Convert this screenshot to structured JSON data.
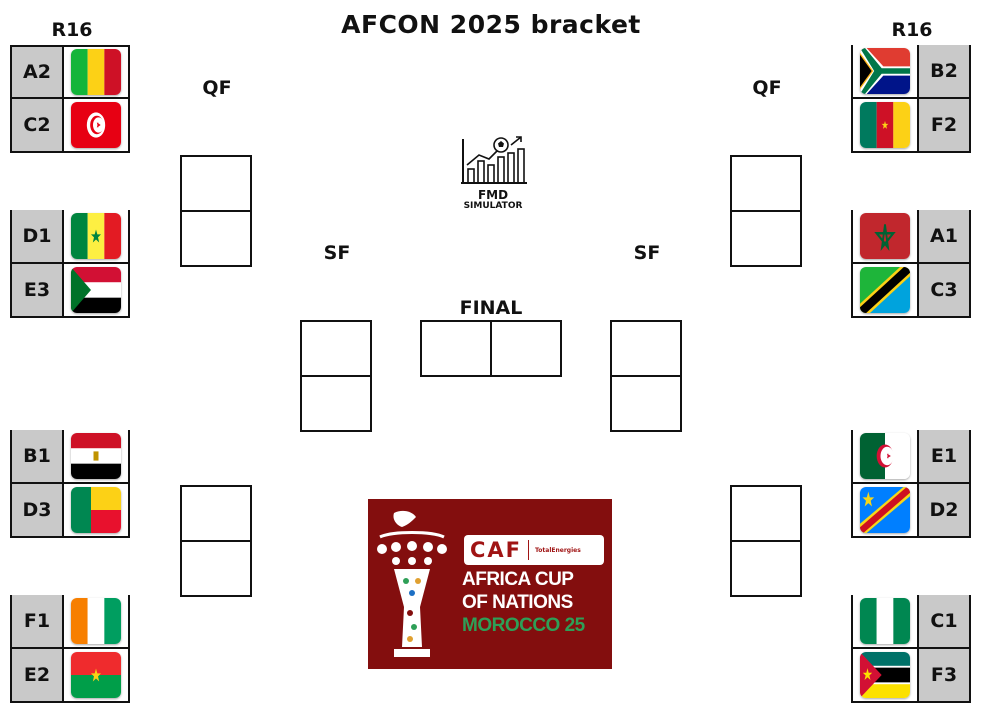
{
  "title": "AFCON 2025 bracket",
  "labels": {
    "r16": "R16",
    "qf": "QF",
    "sf": "SF",
    "final": "FINAL"
  },
  "left_teams": [
    {
      "code": "A2",
      "flag": "mali-flag"
    },
    {
      "code": "C2",
      "flag": "tunisia-flag"
    },
    {
      "code": "D1",
      "flag": "senegal-flag"
    },
    {
      "code": "E3",
      "flag": "sudan-flag"
    },
    {
      "code": "B1",
      "flag": "egypt-flag"
    },
    {
      "code": "D3",
      "flag": "benin-flag"
    },
    {
      "code": "F1",
      "flag": "ivory-coast-flag"
    },
    {
      "code": "E2",
      "flag": "burkina-faso-flag"
    }
  ],
  "right_teams": [
    {
      "code": "B2",
      "flag": "south-africa-flag"
    },
    {
      "code": "F2",
      "flag": "cameroon-flag"
    },
    {
      "code": "A1",
      "flag": "morocco-flag"
    },
    {
      "code": "C3",
      "flag": "tanzania-flag"
    },
    {
      "code": "E1",
      "flag": "algeria-flag"
    },
    {
      "code": "D2",
      "flag": "dr-congo-flag"
    },
    {
      "code": "C1",
      "flag": "nigeria-flag"
    },
    {
      "code": "F3",
      "flag": "mozambique-flag"
    }
  ],
  "fmd_logo": {
    "line1": "FMD",
    "line2": "SIMULATOR"
  },
  "caf_logo": {
    "caf": "CAF",
    "sponsor": "TotalEnergies",
    "line1": "AFRICA CUP",
    "line2": "OF NATIONS",
    "line3": "MOROCCO 25",
    "brand_color": "#830e0e",
    "accent_color": "#2e9f57"
  }
}
